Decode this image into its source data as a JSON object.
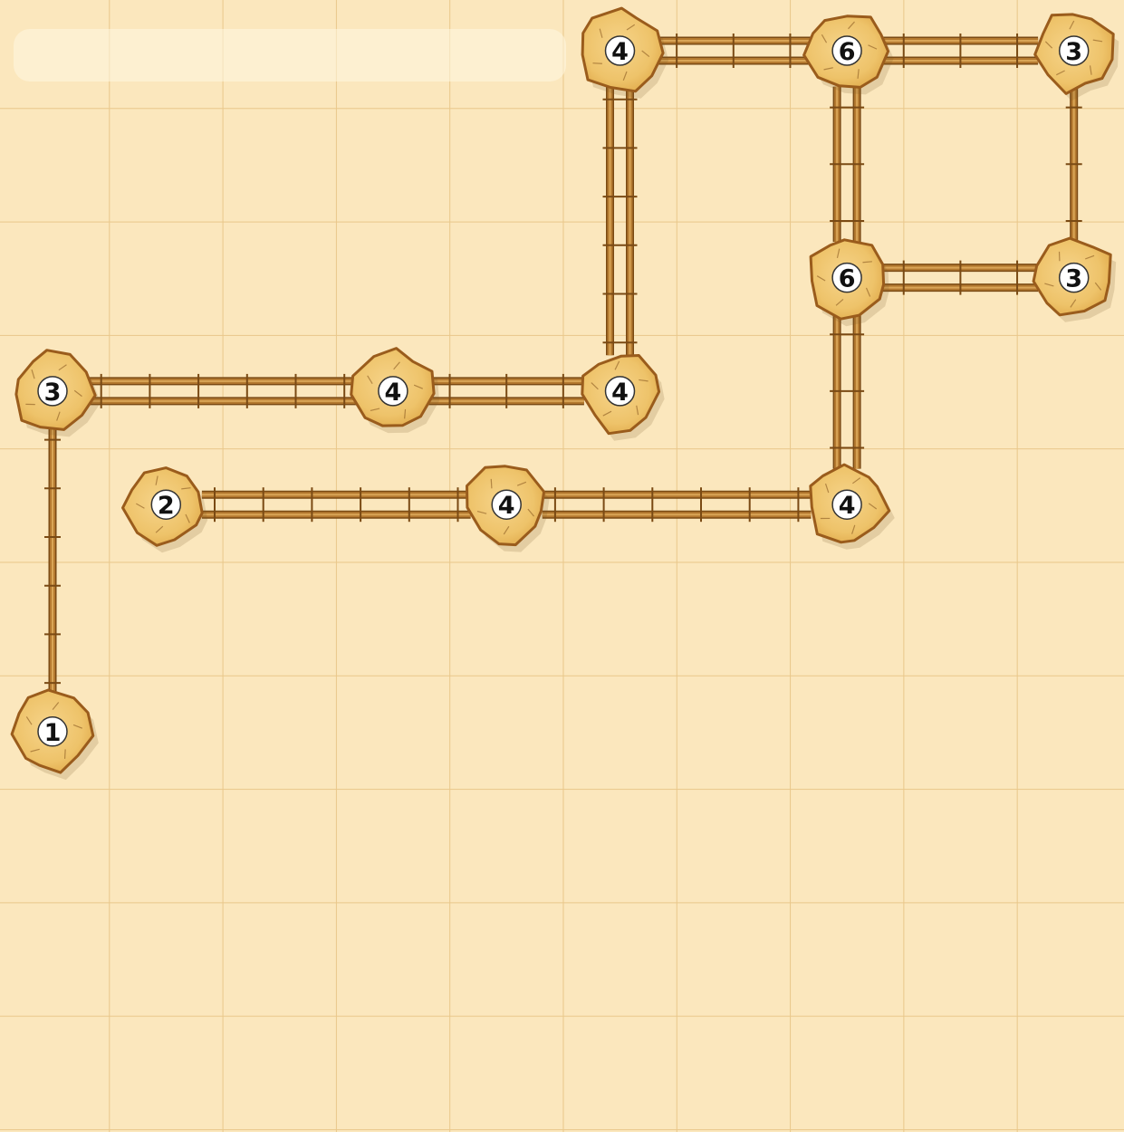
{
  "puzzle": {
    "type": "Hashiwokakero (Bridges)",
    "rows": 10,
    "cols": 10,
    "colors": {
      "background": "#fbe7bd",
      "grid": "#e9c78a",
      "island_fill": "#eec36a",
      "island_edge": "#9a5c1c",
      "bridge_rail": "#b57a30",
      "bridge_edge": "#7a4a14",
      "label_bg": "#ffffff",
      "label_text": "#111111"
    },
    "islands": [
      {
        "id": "a",
        "row": 0,
        "col": 5,
        "label": "4"
      },
      {
        "id": "b",
        "row": 0,
        "col": 7,
        "label": "6"
      },
      {
        "id": "c",
        "row": 0,
        "col": 9,
        "label": "3"
      },
      {
        "id": "d",
        "row": 2,
        "col": 7,
        "label": "6"
      },
      {
        "id": "e",
        "row": 2,
        "col": 9,
        "label": "3"
      },
      {
        "id": "f",
        "row": 3,
        "col": 0,
        "label": "3"
      },
      {
        "id": "g",
        "row": 3,
        "col": 3,
        "label": "4"
      },
      {
        "id": "h",
        "row": 3,
        "col": 5,
        "label": "4"
      },
      {
        "id": "i",
        "row": 4,
        "col": 1,
        "label": "2"
      },
      {
        "id": "j",
        "row": 4,
        "col": 4,
        "label": "4"
      },
      {
        "id": "k",
        "row": 4,
        "col": 7,
        "label": "4"
      },
      {
        "id": "l",
        "row": 6,
        "col": 0,
        "label": "1"
      }
    ],
    "bridges": [
      {
        "from": "a",
        "to": "b",
        "count": 2
      },
      {
        "from": "b",
        "to": "c",
        "count": 2
      },
      {
        "from": "a",
        "to": "h",
        "count": 2
      },
      {
        "from": "b",
        "to": "d",
        "count": 2
      },
      {
        "from": "c",
        "to": "e",
        "count": 1
      },
      {
        "from": "d",
        "to": "e",
        "count": 2
      },
      {
        "from": "d",
        "to": "k",
        "count": 2
      },
      {
        "from": "f",
        "to": "g",
        "count": 2
      },
      {
        "from": "g",
        "to": "h",
        "count": 2
      },
      {
        "from": "f",
        "to": "l",
        "count": 1
      },
      {
        "from": "i",
        "to": "j",
        "count": 2
      },
      {
        "from": "j",
        "to": "k",
        "count": 2
      }
    ]
  }
}
